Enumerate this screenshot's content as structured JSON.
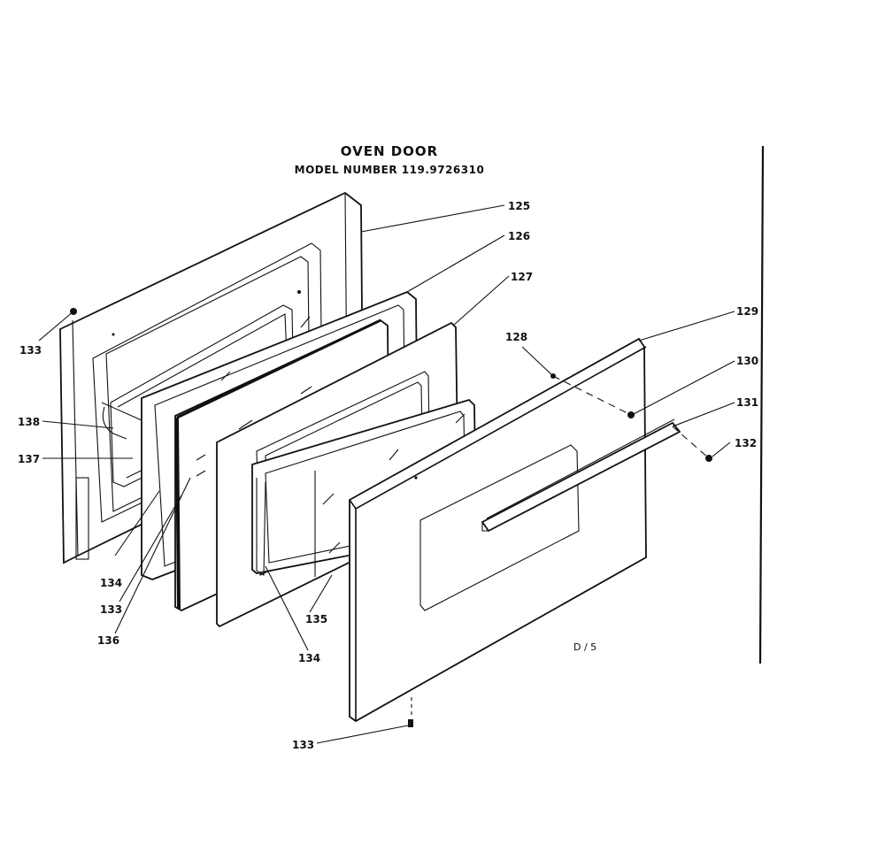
{
  "title": "OVEN DOOR",
  "subtitle": "MODEL NUMBER 119.9726310",
  "page_ref": "D / 5",
  "callouts": [
    {
      "id": "c125",
      "text": "125"
    },
    {
      "id": "c126",
      "text": "126"
    },
    {
      "id": "c127",
      "text": "127"
    },
    {
      "id": "c128",
      "text": "128"
    },
    {
      "id": "c129",
      "text": "129"
    },
    {
      "id": "c130",
      "text": "130"
    },
    {
      "id": "c131",
      "text": "131"
    },
    {
      "id": "c132",
      "text": "132"
    },
    {
      "id": "c133a",
      "text": "133"
    },
    {
      "id": "c138",
      "text": "138"
    },
    {
      "id": "c137",
      "text": "137"
    },
    {
      "id": "c134a",
      "text": "134"
    },
    {
      "id": "c133b",
      "text": "133"
    },
    {
      "id": "c136",
      "text": "136"
    },
    {
      "id": "c135",
      "text": "135"
    },
    {
      "id": "c134b",
      "text": "134"
    },
    {
      "id": "c133c",
      "text": "133"
    }
  ]
}
